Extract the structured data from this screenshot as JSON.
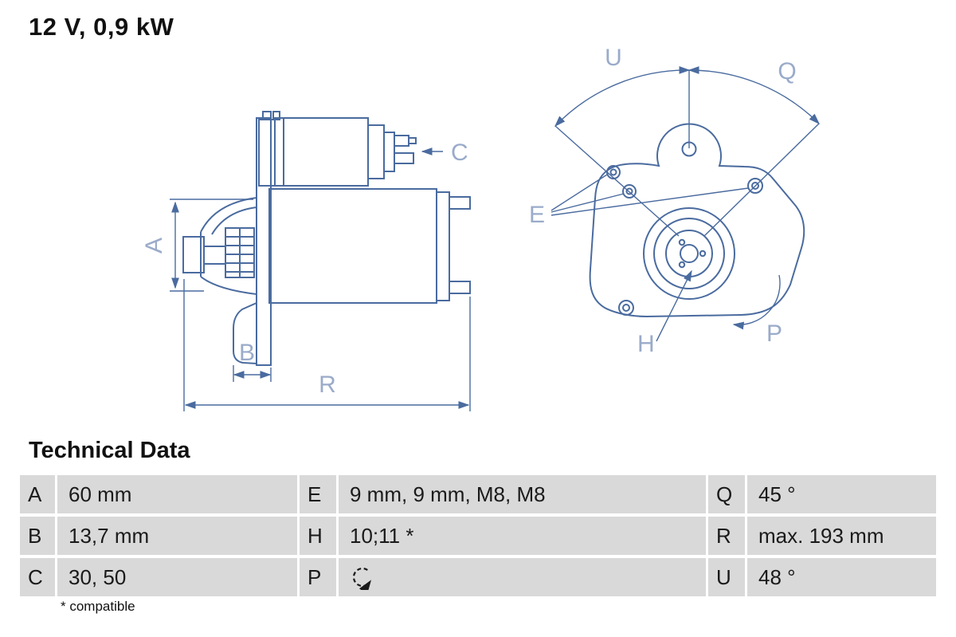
{
  "title": "12 V, 0,9 kW",
  "section_title": "Technical Data",
  "footnote": "* compatible",
  "drawing": {
    "labels": {
      "A": "A",
      "B": "B",
      "C": "C",
      "E": "E",
      "H": "H",
      "P": "P",
      "Q": "Q",
      "R": "R",
      "U": "U"
    }
  },
  "table": {
    "rows": [
      {
        "cells": [
          {
            "key": "A",
            "value": "60 mm"
          },
          {
            "key": "E",
            "value": "9 mm, 9 mm, M8, M8"
          },
          {
            "key": "Q",
            "value": "45 °"
          }
        ]
      },
      {
        "cells": [
          {
            "key": "B",
            "value": "13,7 mm"
          },
          {
            "key": "H",
            "value": "10;11 *"
          },
          {
            "key": "R",
            "value": "max. 193 mm"
          }
        ]
      },
      {
        "cells": [
          {
            "key": "C",
            "value": "30, 50"
          },
          {
            "key": "P",
            "value": "",
            "icon": "rotation-ccw-icon"
          },
          {
            "key": "U",
            "value": "48 °"
          }
        ]
      }
    ]
  },
  "colors": {
    "line": "#4a6b9f",
    "label": "#9aabca",
    "table_bg": "#d9d9d9",
    "text": "#1a1a1a"
  }
}
